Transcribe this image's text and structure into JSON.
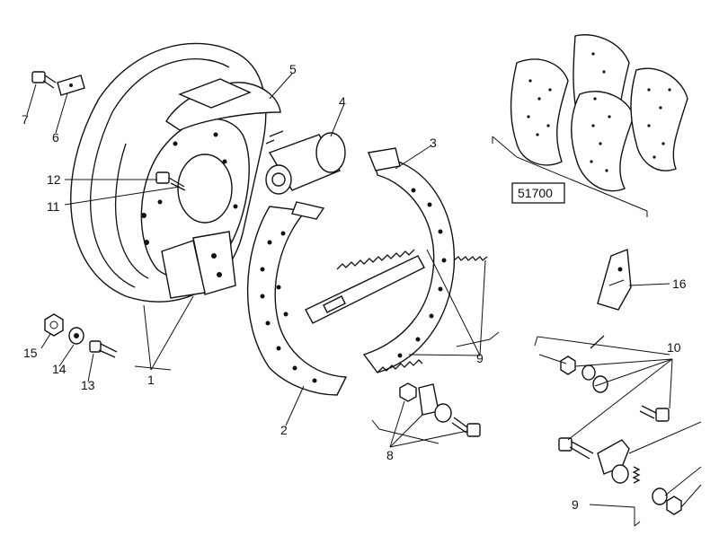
{
  "callouts": {
    "c1": "1",
    "c2": "2",
    "c3": "3",
    "c4": "4",
    "c5": "5",
    "c6": "6",
    "c7": "7",
    "c8": "8",
    "c9a": "9",
    "c9b": "9",
    "c10": "10",
    "c11": "11",
    "c12": "12",
    "c13": "13",
    "c14": "14",
    "c15": "15",
    "c16": "16"
  },
  "kit": {
    "code": "51700"
  }
}
